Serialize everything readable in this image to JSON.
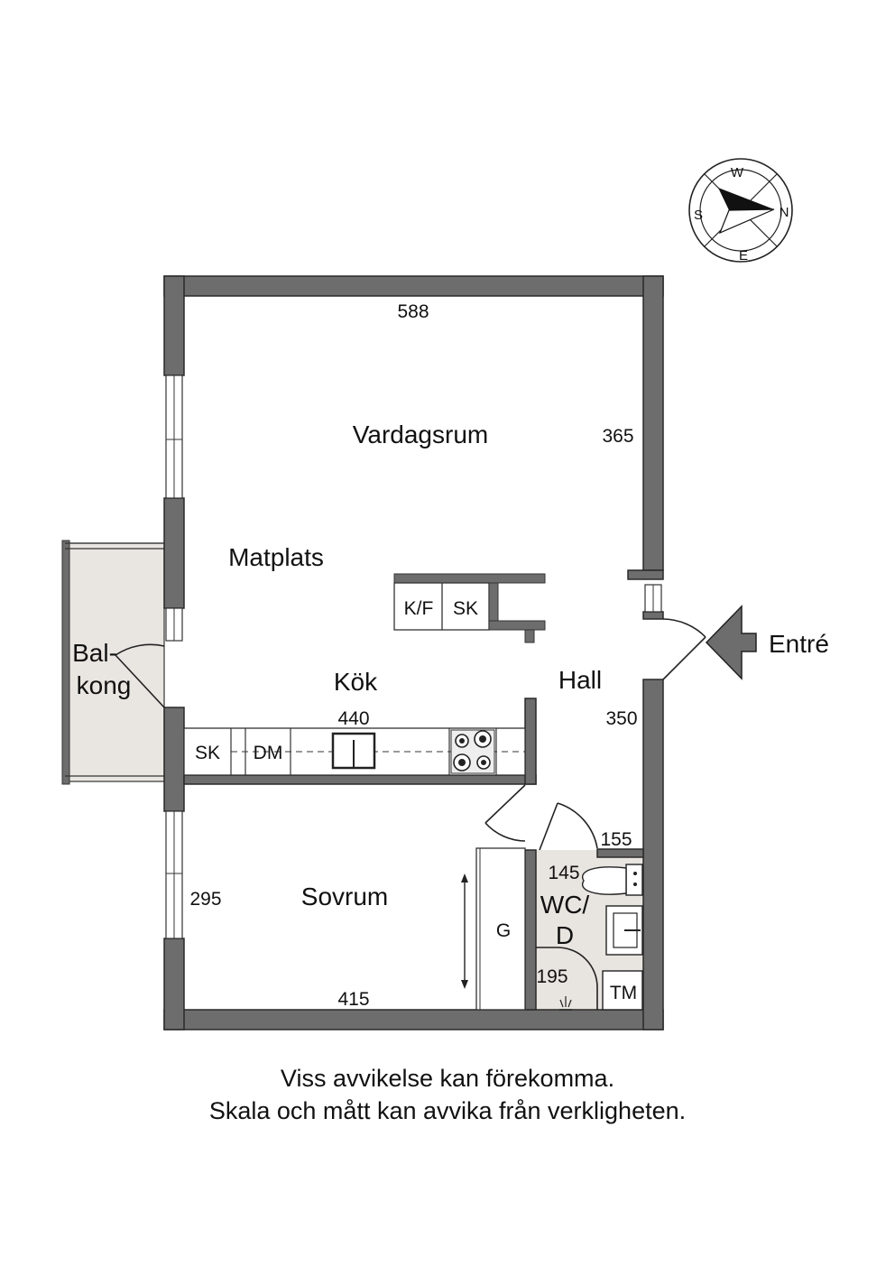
{
  "rooms": {
    "vardagsrum": "Vardagsrum",
    "matplats": "Matplats",
    "kok": "Kök",
    "hall": "Hall",
    "sovrum": "Sovrum",
    "balkong_line1": "Bal-",
    "balkong_line2": "kong",
    "wc_line1": "WC/",
    "wc_line2": "D",
    "entre": "Entré"
  },
  "dimensions": {
    "vardagsrum_width": "588",
    "vardagsrum_depth": "365",
    "kok_length": "440",
    "hall_depth": "350",
    "wc_width": "155",
    "wc_inner": "145",
    "shower": "195",
    "sovrum_depth": "295",
    "sovrum_width": "415"
  },
  "fixtures": {
    "kf": "K/F",
    "sk_island": "SK",
    "sk_counter": "SK",
    "dm": "DM",
    "g": "G",
    "tm": "TM"
  },
  "compass": {
    "w": "W",
    "n": "N",
    "e": "E",
    "s": "S"
  },
  "footer": {
    "line1": "Viss avvikelse kan förekomma.",
    "line2": "Skala och mått kan avvika från verkligheten."
  },
  "colors": {
    "wall": "#6d6d6d",
    "balcony": "#e9e6e2",
    "bathroom": "#e8e4df"
  }
}
